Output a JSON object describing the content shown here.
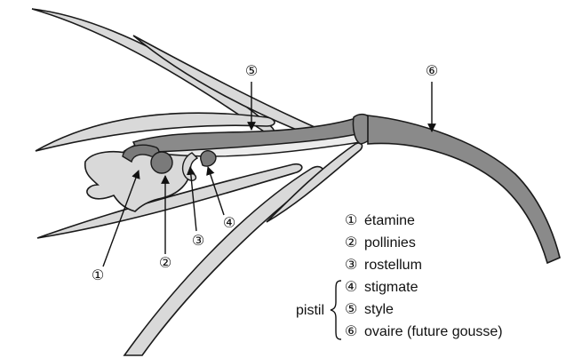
{
  "labels": [
    {
      "marker": "①",
      "name": "étamine"
    },
    {
      "marker": "②",
      "name": "pollinies"
    },
    {
      "marker": "③",
      "name": "rostellum"
    },
    {
      "marker": "④",
      "name": "stigmate"
    },
    {
      "marker": "⑤",
      "name": "style"
    },
    {
      "marker": "⑥",
      "name": "ovaire (future gousse)"
    }
  ],
  "pistil_label": "pistil",
  "colors": {
    "petal_fill": "#d9d9d9",
    "stem_fill": "#8a8a8a",
    "dark_fill": "#7a7a7a",
    "outline": "#1a1a1a"
  }
}
